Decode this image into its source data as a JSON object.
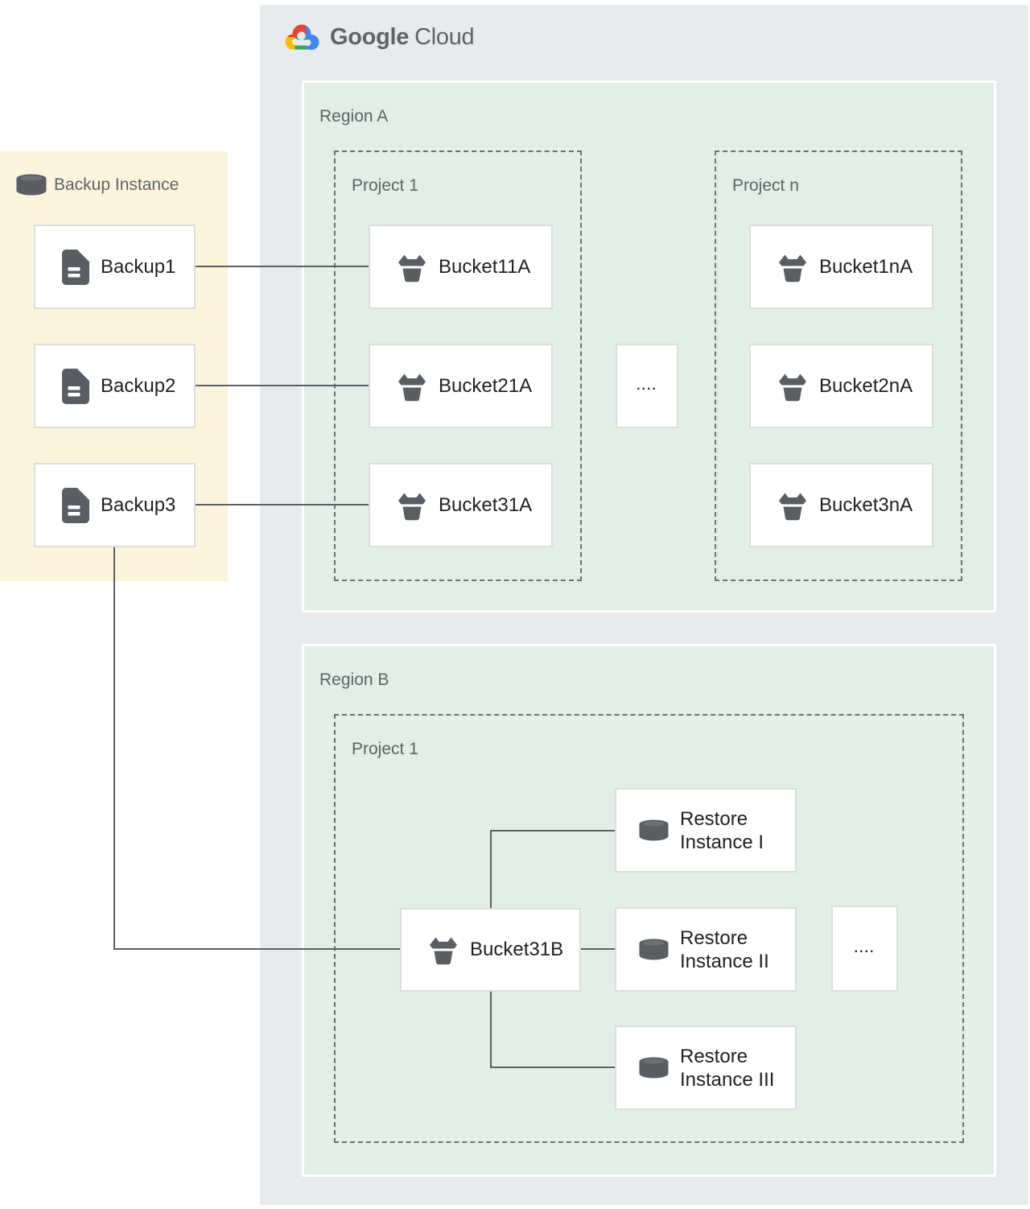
{
  "logo": {
    "google": "Google",
    "cloud": "Cloud"
  },
  "backup_panel": {
    "title": "Backup Instance",
    "items": [
      "Backup1",
      "Backup2",
      "Backup3"
    ]
  },
  "region_a": {
    "label": "Region A",
    "ellipsis": "....",
    "project_1": {
      "label": "Project 1",
      "buckets": [
        "Bucket11A",
        "Bucket21A",
        "Bucket31A"
      ]
    },
    "project_n": {
      "label": "Project n",
      "buckets": [
        "Bucket1nA",
        "Bucket2nA",
        "Bucket3nA"
      ]
    }
  },
  "region_b": {
    "label": "Region B",
    "ellipsis": "....",
    "project_1": {
      "label": "Project 1",
      "bucket": "Bucket31B",
      "restore_instances": [
        {
          "line1": "Restore",
          "line2": "Instance I"
        },
        {
          "line1": "Restore",
          "line2": "Instance II"
        },
        {
          "line1": "Restore",
          "line2": "Instance III"
        }
      ]
    }
  },
  "connections": [
    {
      "from": "Backup1",
      "to": "Bucket11A"
    },
    {
      "from": "Backup2",
      "to": "Bucket21A"
    },
    {
      "from": "Backup3",
      "to": "Bucket31A"
    },
    {
      "from": "Backup3",
      "to": "Bucket31B"
    },
    {
      "from": "Bucket31B",
      "to": "Restore Instance I"
    },
    {
      "from": "Bucket31B",
      "to": "Restore Instance II"
    },
    {
      "from": "Bucket31B",
      "to": "Restore Instance III"
    }
  ],
  "colors": {
    "panel_gray": "#e8ebee",
    "region_green": "#e1efe7",
    "backup_yellow": "#fcf5dc",
    "line_gray": "#5c5f63",
    "label_gray": "#5f6368",
    "box_text": "#202124",
    "icon_gray": "#5a5e62",
    "logo_red": "#EA4335",
    "logo_blue": "#4285F4",
    "logo_yellow": "#FBBC04",
    "logo_green": "#34A853"
  }
}
